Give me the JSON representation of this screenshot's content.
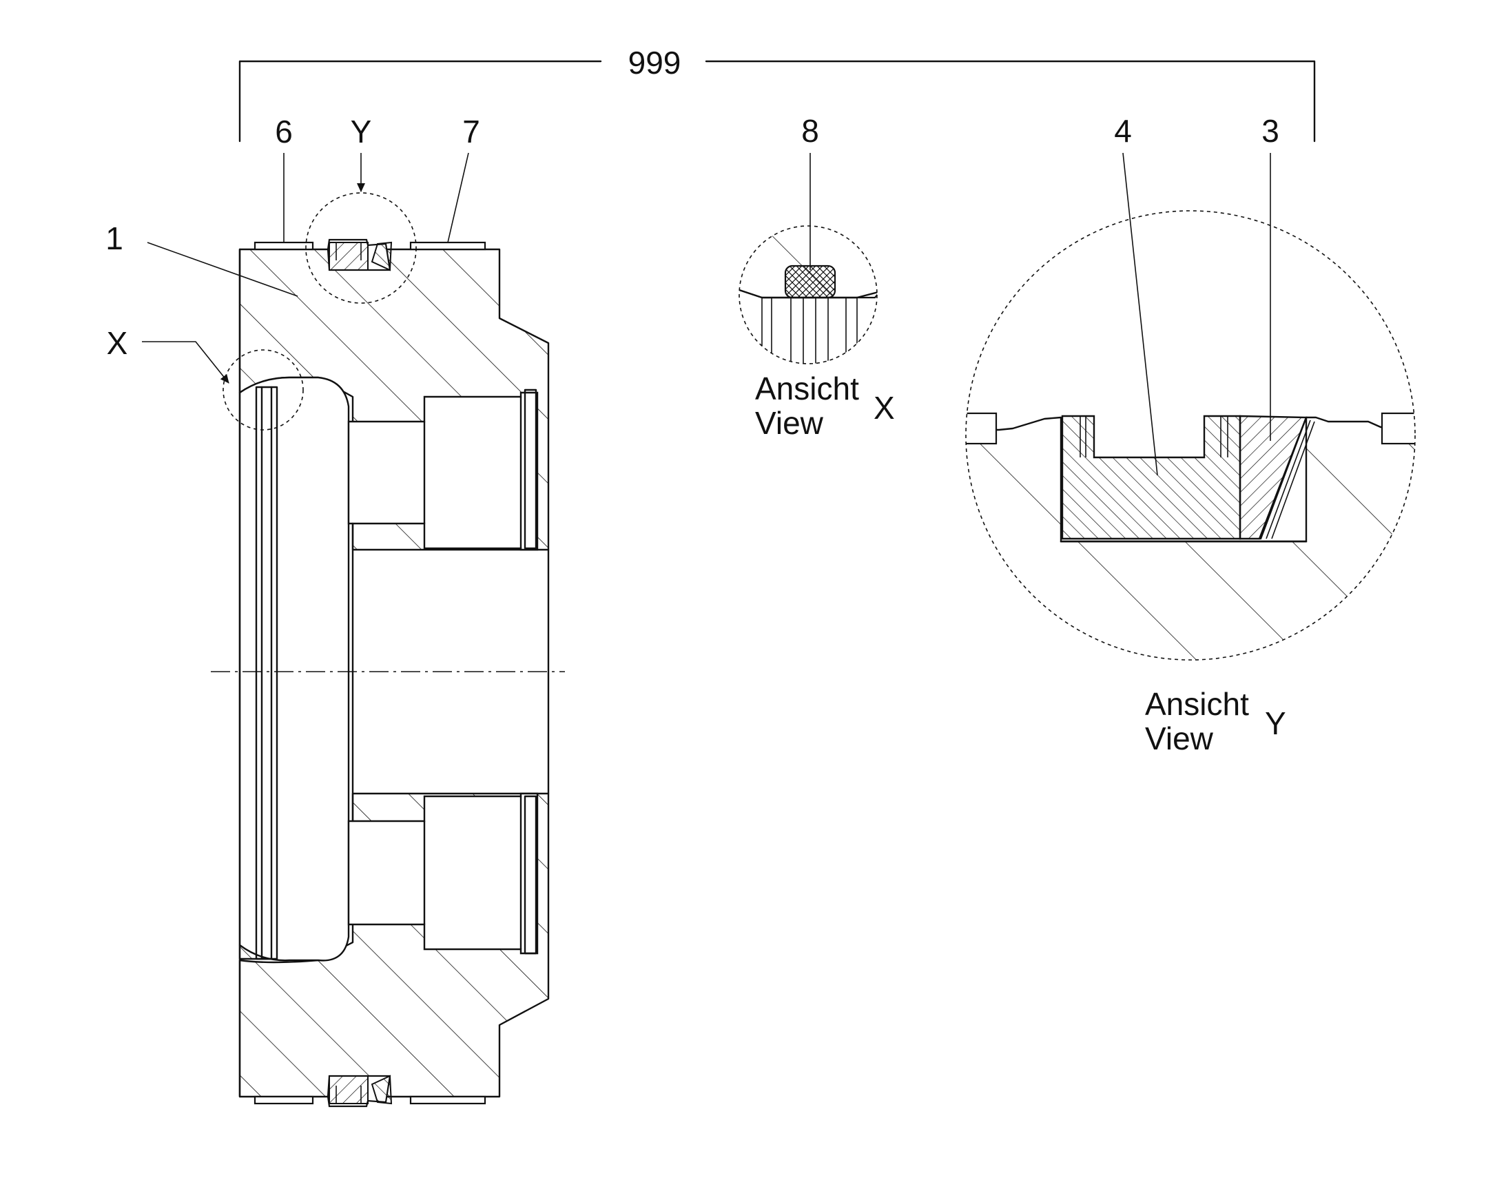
{
  "assembly_number": "999",
  "callouts": {
    "part_1": "1",
    "part_3": "3",
    "part_4": "4",
    "part_6": "6",
    "part_7": "7",
    "part_8": "8",
    "detail_x": "X",
    "detail_y": "Y"
  },
  "views": {
    "x": {
      "title_de": "Ansicht",
      "title_en": "View",
      "letter": "X"
    },
    "y": {
      "title_de": "Ansicht",
      "title_en": "View",
      "letter": "Y"
    }
  },
  "colors": {
    "line": "#111111",
    "background": "#ffffff"
  }
}
